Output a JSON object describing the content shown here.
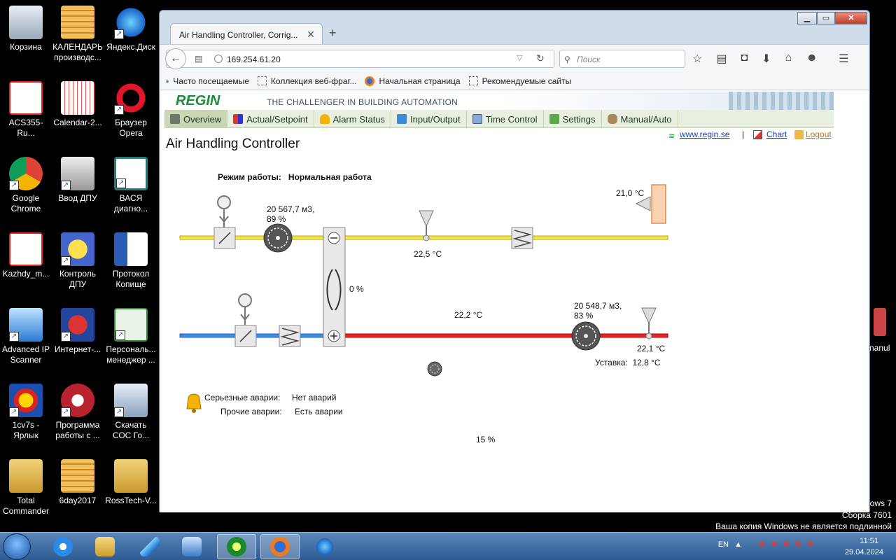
{
  "desktop": {
    "icons": [
      {
        "label": "Корзина"
      },
      {
        "label": "КАЛЕНДАРЬ производс..."
      },
      {
        "label": "Яндекс.Диск"
      },
      {
        "label": "ACS355-Ru..."
      },
      {
        "label": "Calendar-2..."
      },
      {
        "label": "Браузер Opera"
      },
      {
        "label": "Google Chrome"
      },
      {
        "label": "Ввод ДПУ"
      },
      {
        "label": "ВАСЯ диагно..."
      },
      {
        "label": "Kazhdy_m..."
      },
      {
        "label": "Контроль ДПУ"
      },
      {
        "label": "Протокол Копище"
      },
      {
        "label": "Advanced IP Scanner"
      },
      {
        "label": "Интернет-..."
      },
      {
        "label": "Персональ... менеджер ..."
      },
      {
        "label": "1cv7s - Ярлык"
      },
      {
        "label": "Программа работы с ..."
      },
      {
        "label": "Скачать СОС Го..."
      },
      {
        "label": "Total Commander"
      },
      {
        "label": "6day2017"
      },
      {
        "label": "RossTech-V..."
      }
    ],
    "right_partial_label": "nanul",
    "watermark": {
      "line1": "ows 7",
      "line2": "Сборка 7601",
      "line3": "Ваша копия Windows не является подлинной"
    }
  },
  "taskbar": {
    "lang": "EN",
    "time": "11:51",
    "date": "29.04.2024"
  },
  "browser": {
    "tab_title": "Air Handling Controller, Corrig...",
    "url": "169.254.61.20",
    "search_placeholder": "Поиск",
    "bookmarks": [
      "Часто посещаемые",
      "Коллекция веб-фраг...",
      "Начальная страница",
      "Рекомендуемые сайты"
    ]
  },
  "page": {
    "logo": "REGIN",
    "tagline": "THE CHALLENGER IN BUILDING AUTOMATION",
    "menu": [
      "Overview",
      "Actual/Setpoint",
      "Alarm Status",
      "Input/Output",
      "Time Control",
      "Settings",
      "Manual/Auto"
    ],
    "links": {
      "site": "www.regin.se",
      "separator": "|",
      "chart": "Chart",
      "logout": "Logout"
    },
    "title": "Air Handling Controller",
    "mode_label": "Режим работы:",
    "mode_value": "Нормальная работа",
    "supply_fan_flow": "20 567,7 м3,",
    "supply_fan_pct": "89 %",
    "room_temp": "21,0 °C",
    "supply_temp": "22,5 °C",
    "exchanger_pct": "0 %",
    "extract_temp": "22,2 °C",
    "exhaust_fan_flow": "20 548,7 м3,",
    "exhaust_fan_pct": "83 %",
    "outdoor_temp": "22,1 °C",
    "setpoint_label": "Уставка:",
    "setpoint_value": "12,8 °C",
    "alarm_serious_label": "Серьезные аварии:",
    "alarm_serious_value": "Нет аварий",
    "alarm_other_label": "Прочие аварии:",
    "alarm_other_value": "Есть аварии",
    "bottom_pct": "15 %"
  }
}
